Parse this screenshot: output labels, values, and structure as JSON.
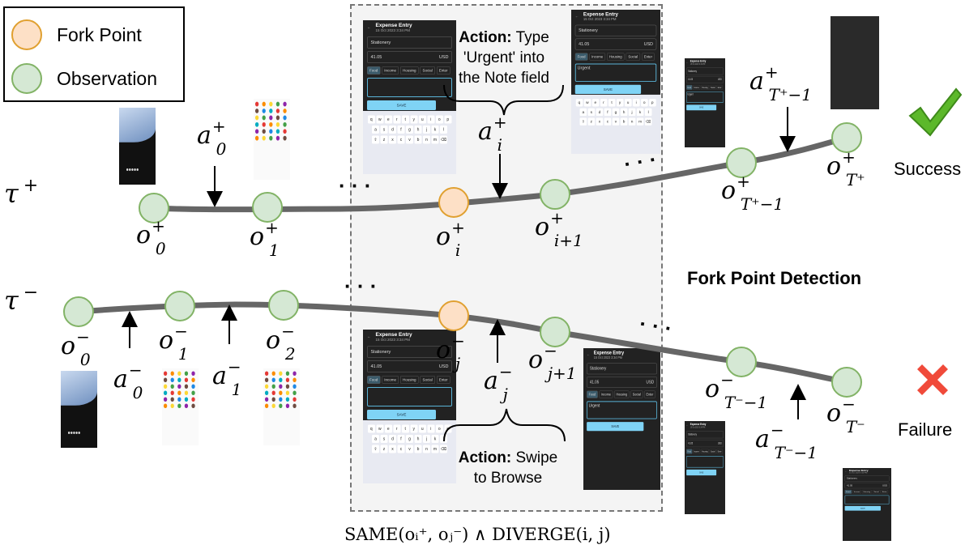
{
  "legend": {
    "fork_label": "Fork Point",
    "observation_label": "Observation"
  },
  "colors": {
    "fork_fill": "#fde0c6",
    "fork_stroke": "#e0a030",
    "obs_fill": "#d5e8d4",
    "obs_stroke": "#82b366",
    "path": "#666666",
    "success": "#5cb82a",
    "failure": "#f04a3a"
  },
  "trajectories": {
    "positive": {
      "symbol": "τ",
      "sign": "+"
    },
    "negative": {
      "symbol": "τ",
      "sign": "−"
    }
  },
  "positive_obs": [
    {
      "base": "o",
      "sup": "+",
      "sub": "0"
    },
    {
      "base": "o",
      "sup": "+",
      "sub": "1"
    },
    {
      "base": "o",
      "sup": "+",
      "sub": "i"
    },
    {
      "base": "o",
      "sup": "+",
      "sub": "i+1"
    },
    {
      "base": "o",
      "sup": "+",
      "sub": "T⁺−1"
    },
    {
      "base": "o",
      "sup": "+",
      "sub": "T⁺"
    }
  ],
  "negative_obs": [
    {
      "base": "o",
      "sup": "−",
      "sub": "0"
    },
    {
      "base": "o",
      "sup": "−",
      "sub": "1"
    },
    {
      "base": "o",
      "sup": "−",
      "sub": "2"
    },
    {
      "base": "o",
      "sup": "−",
      "sub": "j"
    },
    {
      "base": "o",
      "sup": "−",
      "sub": "j+1"
    },
    {
      "base": "o",
      "sup": "−",
      "sub": "T⁻−1"
    },
    {
      "base": "o",
      "sup": "−",
      "sub": "T⁻"
    }
  ],
  "positive_actions": [
    {
      "base": "a",
      "sup": "+",
      "sub": "0"
    },
    {
      "base": "a",
      "sup": "+",
      "sub": "i"
    },
    {
      "base": "a",
      "sup": "+",
      "sub": "T⁺−1"
    }
  ],
  "negative_actions": [
    {
      "base": "a",
      "sup": "−",
      "sub": "0"
    },
    {
      "base": "a",
      "sup": "−",
      "sub": "1"
    },
    {
      "base": "a",
      "sup": "−",
      "sub": "j"
    },
    {
      "base": "a",
      "sup": "−",
      "sub": "T⁻−1"
    }
  ],
  "ellipsis": "· · ·",
  "action_pos": {
    "label": "Action:",
    "line1": " Type",
    "line2": "'Urgent' into",
    "line3": "the Note field"
  },
  "action_neg": {
    "label": "Action:",
    "line1": " Swipe",
    "line2": "to Browse"
  },
  "fork_detection": "Fork Point Detection",
  "outcomes": {
    "success": "Success",
    "failure": "Failure",
    "check_icon": "check-icon",
    "cross_icon": "cross-icon"
  },
  "formula": "SAME(oᵢ⁺, oⱼ⁻) ∧ DIVERGE(i, j)",
  "expense_screen": {
    "title": "Expense Entry",
    "date": "15 Oct 2023 3:34 PM",
    "name": "Stationery",
    "amount": "41.05",
    "currency": "USD",
    "categories": [
      "Food",
      "Income",
      "Housing",
      "Social",
      "Enter"
    ],
    "note_value": "Urgent",
    "save": "SAVE",
    "keys": [
      [
        "q",
        "w",
        "e",
        "r",
        "t",
        "y",
        "u",
        "i",
        "o",
        "p"
      ],
      [
        "a",
        "s",
        "d",
        "f",
        "g",
        "h",
        "j",
        "k",
        "l"
      ],
      [
        "⇧",
        "z",
        "x",
        "c",
        "v",
        "b",
        "n",
        "m",
        "⌫"
      ]
    ]
  }
}
